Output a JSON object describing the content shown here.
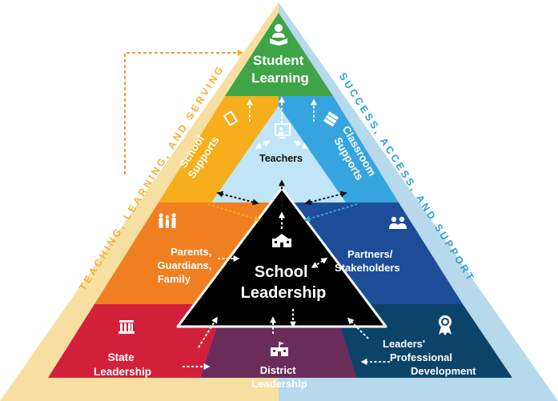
{
  "edges": {
    "left": "TEACHING, LEARNING, AND SERVING",
    "right": "SUCCESS, ACCESS, AND SUPPORT"
  },
  "tiers": {
    "student_learning": [
      "Student",
      "Learning"
    ],
    "school_supports": [
      "School",
      "Supports"
    ],
    "classroom_supports": [
      "Classroom",
      "Supports"
    ],
    "teachers": "Teachers",
    "parents": [
      "Parents,",
      "Guardians,",
      "Family"
    ],
    "school_leadership": [
      "School",
      "Leadership"
    ],
    "partners": [
      "Partners/",
      "Stakeholders"
    ],
    "state_leadership": [
      "State",
      "Leadership"
    ],
    "district_leadership": [
      "District",
      "Leadership"
    ],
    "leaders_pd": [
      "Leaders'",
      "Professional",
      "Development"
    ]
  },
  "colors": {
    "background": "#ffffff",
    "left_band": "#f7dfa2",
    "right_band": "#b7d9ec",
    "student_learning": "#3fa447",
    "school_supports": "#f6ae1b",
    "classroom_supports": "#36a4df",
    "teachers": "#bfe5f7",
    "parents": "#f07f22",
    "partners": "#1d4d98",
    "school_leadership": "#000000",
    "state_leadership": "#d3203a",
    "district_leadership": "#6a2c5b",
    "leaders_pd": "#0b4468",
    "left_text": "#f7b03b",
    "right_text": "#2a9fd6"
  },
  "icons": {
    "student_learning": "student-reading-icon",
    "school_supports": "book-icon",
    "teachers": "whiteboard-teacher-icon",
    "classroom_supports": "books-stack-icon",
    "parents": "family-icon",
    "school_leadership": "school-building-icon",
    "partners": "handshake-icon",
    "state_leadership": "capitol-building-icon",
    "district_leadership": "district-building-icon",
    "leaders_pd": "award-ribbon-icon"
  }
}
